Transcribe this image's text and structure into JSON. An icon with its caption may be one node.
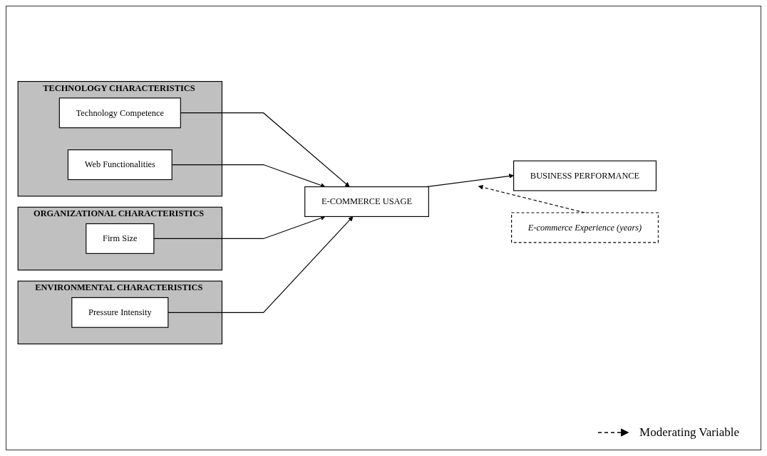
{
  "diagram": {
    "nodes": [
      {
        "text": [
          "TECHNOLOGY CHARACTERISTICS"
        ]
      },
      {
        "text": [
          "Technology Competence"
        ],
        "in": 0
      },
      {
        "text": [
          "Web Functionalities"
        ],
        "in": 0
      },
      {
        "text": [
          "ORGANIZATIONAL CHARACTERISTICS"
        ]
      },
      {
        "text": [
          "Firm Size"
        ],
        "in": 3
      },
      {
        "text": [
          "ENVIRONMENTAL CHARACTERISTICS"
        ]
      },
      {
        "text": [
          "Pressure Intensity"
        ],
        "in": 5
      },
      {
        "text": [
          "E-COMMERCE USAGE"
        ]
      },
      {
        "text": [
          "BUSINESS PERFORMANCE"
        ]
      },
      {
        "text": [
          "E-commerce Experience (years)"
        ]
      }
    ],
    "edges": [
      {
        "from": 1,
        "to": 7,
        "arrow": "to"
      },
      {
        "from": 2,
        "to": 7,
        "arrow": "to"
      },
      {
        "from": 4,
        "to": 7,
        "arrow": "to"
      },
      {
        "from": 6,
        "to": 7,
        "arrow": "to"
      },
      {
        "from": 7,
        "to": 8,
        "arrow": "to"
      },
      {
        "from": 9,
        "to": null,
        "arrow": "to",
        "style": "dashed"
      }
    ],
    "legend": [
      {
        "text": "Moderating Variable"
      }
    ]
  }
}
